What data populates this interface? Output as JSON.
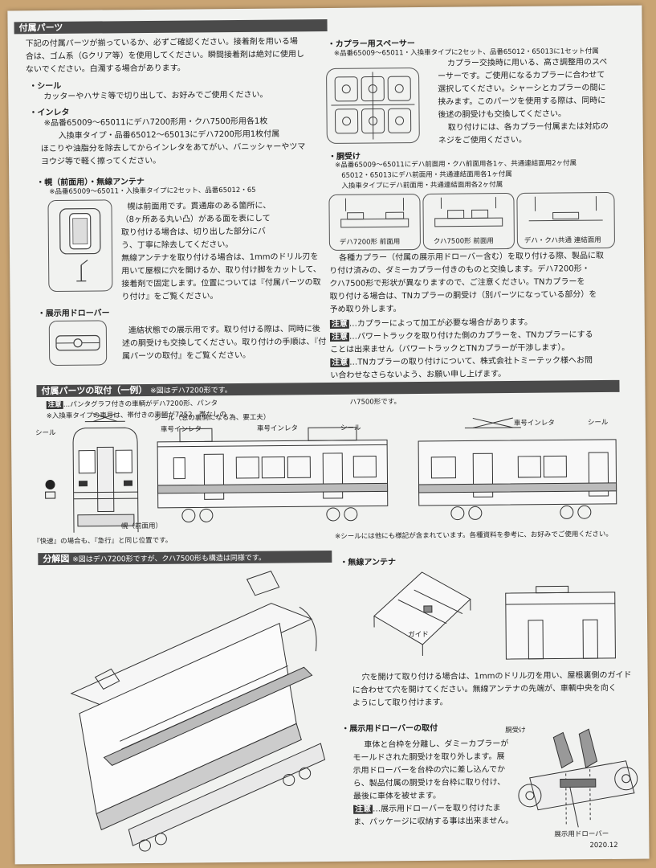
{
  "s1": {
    "title": "付属パーツ",
    "intro": [
      "下記の付属パーツが揃っているか、必ずご確認ください。接着剤を用いる場",
      "合は、ゴム系（Gクリア等）を使用してください。瞬間接着剤は絶対に使用し",
      "ないでください。白濁する場合があります。"
    ],
    "seal_head": "・シール",
    "seal_text": "カッターやハサミ等で切り出して、お好みでご使用ください。",
    "inleta_head": "・インレタ",
    "inleta_lines": [
      "※品番65009〜65011にデハ7200形用・クハ7500形用各1枚",
      "入換車タイプ・品番65012〜65013にデハ7200形用1枚付属",
      "ほこりや油脂分を除去してからインレタをあてがい、バニッシャーやツマ",
      "ヨウジ等で軽く擦ってください。"
    ],
    "horo_head": "・幌（前面用）・無線アンテナ",
    "horo_note": "※品番65009〜65011・入換車タイプに2セット、品番65012・65",
    "horo_lines": [
      "幌は前面用です。貫通扉のある箇所に、",
      "（8ヶ所ある丸い凸）がある面を表にして",
      "取り付ける場合は、切り出した部分にバ",
      "う、丁寧に除去してください。",
      "無線アンテナを取り付ける場合は、1mmのドリル刃を",
      "用いて屋根に穴を開けるか、取り付け脚をカットして、",
      "接着剤で固定します。位置については『付属パーツの取",
      "り付け』をご覧ください。"
    ],
    "drawbar_head": "・展示用ドローバー",
    "drawbar_lines": [
      "連結状態での展示用です。取り付ける際は、同時に後",
      "述の胴受けも交換してください。取り付けの手順は、『付",
      "属パーツの取付』をご覧ください。"
    ]
  },
  "s2": {
    "spacer_head": "・カプラー用スペーサー",
    "spacer_note": "※品番65009〜65011・入換車タイプに2セット、品番65012・65013に1セット付属",
    "spacer_lines": [
      "カプラー交換時に用いる、高さ調整用のスペ",
      "ーサーです。ご使用になるカプラーに合わせて",
      "選択してください。シャーシとカプラーの間に",
      "挟みます。このパーツを使用する際は、同時に",
      "後述の胴受けも交換してください。",
      "取り付けには、各カプラー付属または対応の",
      "ネジをご使用ください。"
    ],
    "dou_head": "・胴受け",
    "dou_notes": [
      "※品番65009〜65011にデハ前面用・クハ前面用各1ヶ、共通連結面用2ヶ付属",
      "65012・65013にデハ前面用・共通連結面用各1ヶ付属",
      "入換車タイプにデハ前面用・共通連結面用各2ヶ付属"
    ],
    "dou_labels": [
      "デハ7200形 前面用",
      "クハ7500形 前面用",
      "デハ・クハ共通 連結面用"
    ],
    "coupler_lines": [
      "各種カプラー（付属の展示用ドローバー含む）を取り付ける際、製品に取",
      "り付け済みの、ダミーカプラー付きのものと交換します。デハ7200形・",
      "クハ7500形で形状が異なりますので、ご注意ください。TNカプラーを",
      "取り付ける場合は、TNカプラーの胴受け（別パーツになっている部分）を",
      "予め取り外します。"
    ],
    "warn_label": "注意",
    "warn_lines": [
      "…カプラーによって加工が必要な場合があります。",
      "…パワートラックを取り付けた側のカプラーを、TNカプラーにする",
      "ことは出来ません（パワートラックとTNカプラーが干渉します）。",
      "…TNカプラーの取り付けについて、株式会社トミーテック様へお問",
      "い合わせなさらないよう、お願い申し上げます。"
    ]
  },
  "s3": {
    "title": "付属パーツの取付（一例）",
    "title_note": "※図はデハ7200形です。",
    "warn_text": "…パンタグラフ付きの車輌がデハ7200形、パンタ",
    "warn_text2": "ハ7500形です。",
    "note2": "※入換車タイプの車号は、帯付きの車輌が7252、帯なしの",
    "labels": {
      "seal1": "シール",
      "seal2": "シール（窓の裏側になる為、要工夫）",
      "inleta1": "車号インレタ",
      "inleta2": "車号インレタ",
      "seal3": "シール",
      "inleta3": "車号インレタ",
      "seal4": "シール",
      "horo": "幌（前面用）"
    },
    "kaisoku": "『快速』の場合も、『急行』と同じ位置です。",
    "seal_note": "※シールには他にも様記が含まれています。各種資料を参考に、お好みでご使用ください。"
  },
  "s4": {
    "title": "分解図",
    "title_note": "※図はデハ7200形ですが、クハ7500形も構造は同様です。",
    "antenna_head": "・無線アンテナ",
    "guide_label": "ガイド",
    "antenna_lines": [
      "穴を開けて取り付ける場合は、1mmのドリル刃を用い、屋根裏側のガイド",
      "に合わせて穴を開けてください。無線アンテナの先端が、車輌中央を向く",
      "ようにして取り付けます。"
    ],
    "drawbar_head": "・展示用ドローバーの取付",
    "drawbar_lines": [
      "車体と台枠を分離し、ダミーカプラーが",
      "モールドされた胴受けを取り外します。展",
      "示用ドローバーを台枠の穴に差し込んでか",
      "ら、製品付属の胴受けを台枠に取り付け、",
      "最後に車体を被せます。"
    ],
    "warn_label": "注意",
    "warn_lines": [
      "…展示用ドローバーを取り付けたま",
      "ま、パッケージに収納する事は出来ません。"
    ],
    "dou_label": "胴受け",
    "drawbar_label": "展示用ドローバー",
    "date": "2020.12"
  }
}
